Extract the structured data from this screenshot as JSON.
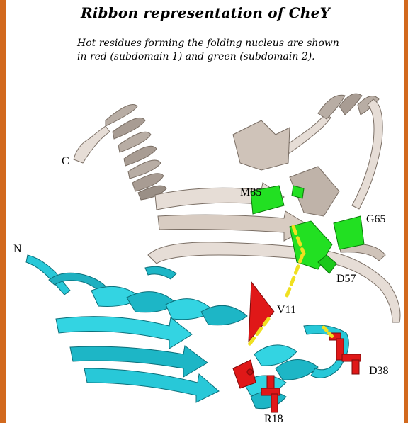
{
  "title": "Ribbon representation of CheY",
  "subtitle_line1": "Hot residues forming the folding nucleus are shown",
  "subtitle_line2": "in red (subdomain 1) and green (subdomain 2).",
  "labels": {
    "c_terminus": "C",
    "n_terminus": "N",
    "m85": "M85",
    "g65": "G65",
    "d57": "D57",
    "v11": "V11",
    "d38": "D38",
    "r18": "R18"
  },
  "colors": {
    "frame": "#d2691e",
    "subdomain1_protein": "#28c8d8",
    "subdomain2_protein": "#d8ccc2",
    "hot_residue_subdomain1": "#e01818",
    "hot_residue_subdomain2": "#22e022",
    "contact_dashes": "#f0e020"
  }
}
